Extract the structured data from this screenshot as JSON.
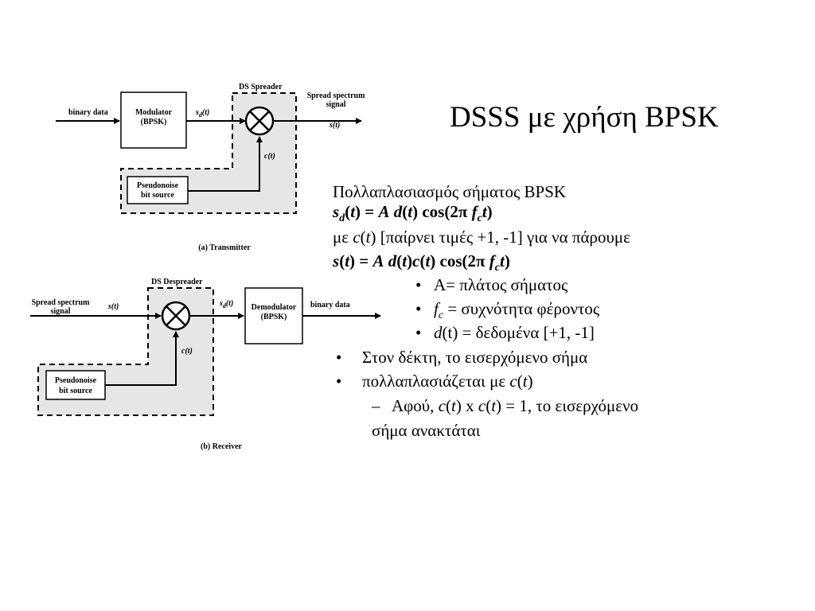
{
  "slide": {
    "title": "DSSS με χρήση BPSK",
    "lines": {
      "intro": "Πολλαπλασιασμός σήματος BPSK",
      "sd_eq": {
        "s": "s",
        "d": "d",
        "a": "(",
        "t": "t",
        "b": ") = ",
        "A": "A",
        "c": " ",
        "d2": "d",
        "e": "(",
        "t2": "t",
        "f": ") cos(2π ",
        "fc_f": "f",
        "fc_c": "c",
        "t3": "t",
        "g": ")"
      },
      "with_ct": {
        "a": "με ",
        "c": "c",
        "b": "(",
        "t": "t",
        "rest": ") [παίρνει τιμές +1, -1] για να πάρουμε"
      },
      "s_eq": {
        "s": "s",
        "a": "(",
        "t": "t",
        "b": ") = ",
        "A": "A",
        "sp": " ",
        "d": "d",
        "c": "(",
        "t2": "t",
        "e": ")",
        "cc": "c",
        "f": "(",
        "t3": "t",
        "g": ") cos(2π ",
        "fc_f": "f",
        "fc_c": "c",
        "t4": "t",
        "h": ")"
      },
      "bullet_A": "A= πλάτος σήματος",
      "bullet_fc": {
        "f": "f",
        "c": "c",
        "rest": " = συχνότητα φέροντος"
      },
      "bullet_d": {
        "d": "d",
        "rest": "(t) = δεδομένα [+1, -1]"
      },
      "bullet_receiver": "Στον δέκτη, το εισερχόμενο σήμα",
      "bullet_mult": {
        "a": "πολλαπλασιάζεται με ",
        "c": "c",
        "b": "(",
        "t": "t",
        "e": ")"
      },
      "dash_mark": "–",
      "dash_1": {
        "a": "Αφού, ",
        "c": "c",
        "b": "(",
        "t": "t",
        "d": ") x ",
        "c2": "c",
        "e": "(",
        "t2": "t",
        "f": ") = 1, το εισερχόμενο"
      },
      "dash_2": "σήμα ανακτάται",
      "dot": "•"
    }
  },
  "figure": {
    "transmitter": {
      "binary_data": "binary data",
      "modulator": "Modulator",
      "modulator_sub": "(BPSK)",
      "sd_s": "s",
      "sd_sub": "d",
      "sd_t": "(t)",
      "ds_spreader": "DS Spreader",
      "ss_signal_1": "Spread spectrum",
      "ss_signal_2": "signal",
      "s_t": "s(t)",
      "c_t": "c(t)",
      "pn_1": "Pseudonoise",
      "pn_2": "bit source",
      "caption": "(a) Transmitter"
    },
    "receiver": {
      "ss_signal_1": "Spread spectrum",
      "ss_signal_2": "signal",
      "s_t": "s(t)",
      "ds_despreader": "DS Despreader",
      "sd_s": "s",
      "sd_sub": "d",
      "sd_t": "(t)",
      "demodulator": "Demodulator",
      "demodulator_sub": "(BPSK)",
      "binary_data": "binary data",
      "c_t": "c(t)",
      "pn_1": "Pseudonoise",
      "pn_2": "bit source",
      "caption": "(b) Receiver"
    }
  }
}
